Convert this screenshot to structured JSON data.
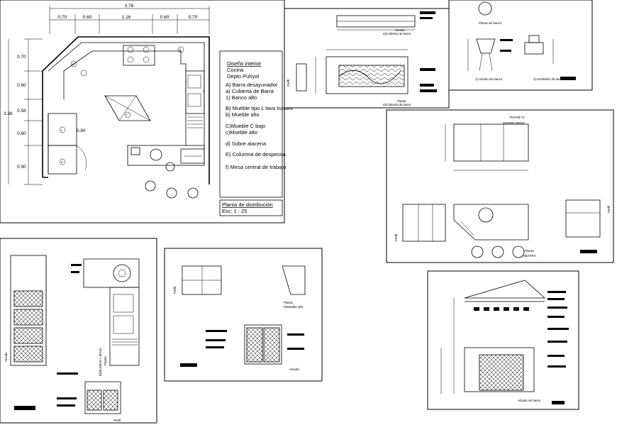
{
  "plan": {
    "dims_top": [
      "0.70",
      "0.60",
      "1.16",
      "0.60",
      "0.70"
    ],
    "dim_total_width": "3.76",
    "dims_left": [
      "0.70",
      "0.60",
      "0.58",
      "0.60",
      "0.90"
    ],
    "dim_total_height": "3.38",
    "dim_inner": "0.80",
    "markers": [
      "a",
      "b",
      "c",
      "d",
      "e",
      "f"
    ]
  },
  "legend": {
    "title": "Diseño interior",
    "subtitle1": "Cocina",
    "subtitle2": "Depto Puhyol",
    "items": [
      "A) Barra desayunador",
      "a) Cubierta de Barra",
      "1) Banco alto",
      "B) Mueble tipo L lava trastes",
      "b) Mueble alto",
      "C)Mueble C bajo",
      "c)Mueble alto",
      "d)  Sobre alacena",
      "E) Columna de despensa",
      "f) Mesa central de trabajo"
    ],
    "stamp_title": "Planta de distribución",
    "stamp_scale": "Esc: 1 : 25"
  },
  "labels": {
    "alzado_cubierta": "Alzado",
    "alzado_cubierta2": "a)Cubierta de barra",
    "planta_cubierta": "Planta",
    "planta_cubierta2": "a)Cubierta de barra",
    "perfil": "Perfil",
    "planta_banco": "Planta de banco",
    "alzado_banco": "1) Alzado de banco",
    "exhibidor_banco": "2) Exhibidor de banco",
    "alzado_alacena_inv1": "Alzado alacena",
    "alzado_alacena_inv2": "A) alacena",
    "planta_barra": "Planta",
    "planta_barra2": "A)BARRA",
    "alzado": "Alzado",
    "planta_mueble_l1": "Planta",
    "planta_mueble_l2": "B)MUEBLE L BAJO",
    "planta_mueble_alto1": "Planta",
    "planta_mueble_alto2": "b)Mueble alto",
    "alzado_center": "Alzado",
    "alzado_barra": "Alzado de barra",
    "perfil_br": "Perfil"
  }
}
